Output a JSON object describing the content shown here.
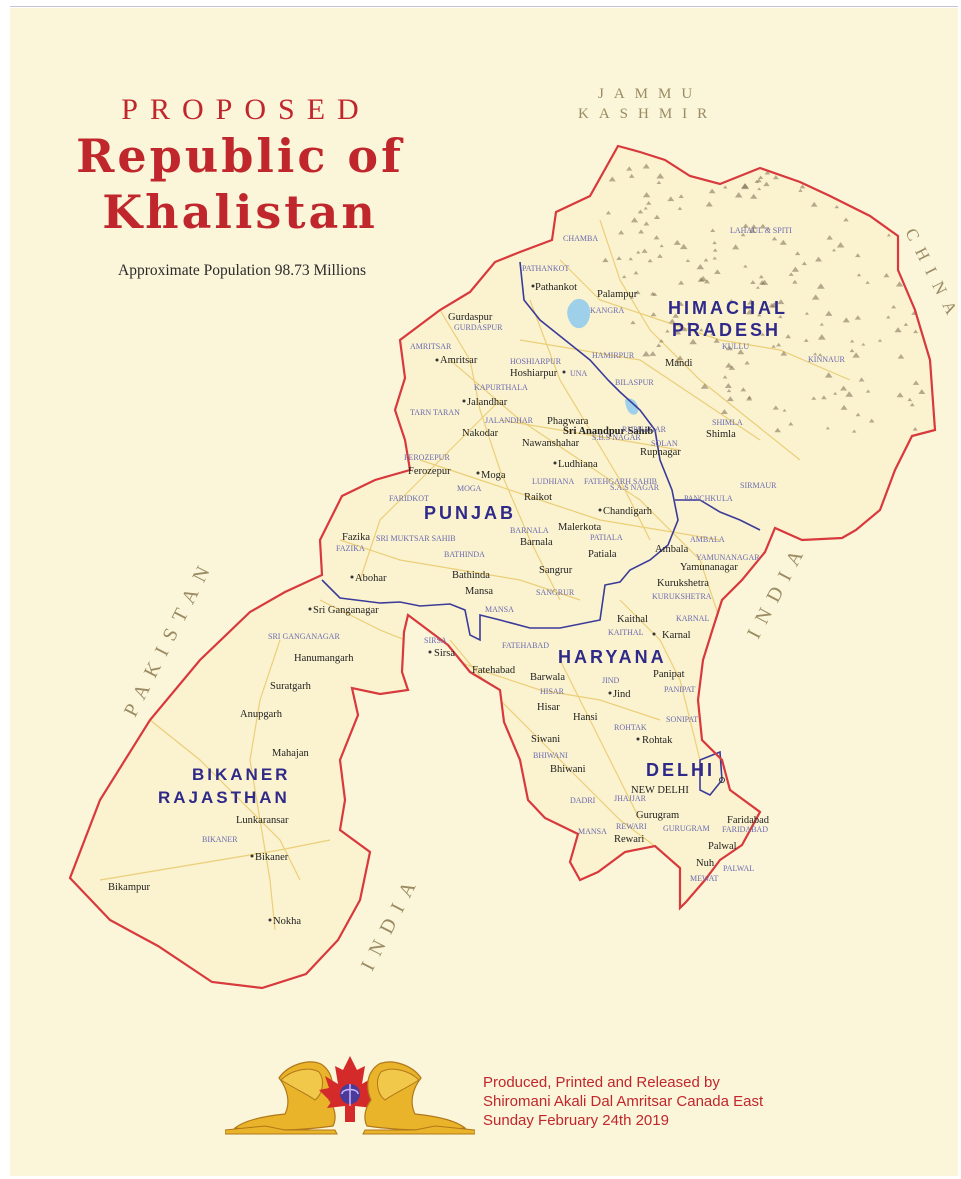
{
  "title": {
    "line1": "PROPOSED",
    "line2": "Republic of",
    "line3": "Khalistan"
  },
  "subtitle": "Approximate Population 98.73 Millions",
  "neighbours": {
    "jammu_line1": "JAMMU",
    "jammu_line2": "KASHMIR",
    "china": "CHINA",
    "pakistan": "PAKISTAN",
    "india_east": "INDIA",
    "india_south": "INDIA"
  },
  "regions": {
    "himachal_line1": "HIMACHAL",
    "himachal_line2": "PRADESH",
    "punjab": "PUNJAB",
    "haryana": "HARYANA",
    "delhi": "DELHI",
    "bikaner_line1": "BIKANER",
    "bikaner_line2": "RAJASTHAN"
  },
  "cities": {
    "pathankot": "Pathankot",
    "palampur": "Palampur",
    "gurdaspur": "Gurdaspur",
    "amritsar": "Amritsar",
    "hoshiarpur": "Hoshiarpur",
    "jalandhar": "Jalandhar",
    "phagwara": "Phagwara",
    "nakodar": "Nakodar",
    "nawanshahar": "Nawanshahar",
    "ferozepur": "Ferozepur",
    "moga": "Moga",
    "ludhiana": "Ludhiana",
    "raikot": "Raikot",
    "chandigarh": "Chandigarh",
    "malerkota": "Malerkota",
    "fazika": "Fazika",
    "barnala": "Barnala",
    "patiala": "Patiala",
    "abohar": "Abohar",
    "bathinda": "Bathinda",
    "sangrur": "Sangrur",
    "mansa": "Mansa",
    "rupnagar": "Rupnagar",
    "shimla": "Shimla",
    "mandi": "Mandi",
    "ambala": "Ambala",
    "yamunanagar": "Yamunanagar",
    "kurukshetra": "Kurukshetra",
    "sri_ganganagar": "Sri Ganganagar",
    "hanumangarh": "Hanumangarh",
    "suratgarh": "Suratgarh",
    "anupgarh": "Anupgarh",
    "sirsa": "Sirsa",
    "fatehabad": "Fatehabad",
    "kaithal": "Kaithal",
    "karnal": "Karnal",
    "barwala": "Barwala",
    "panipat": "Panipat",
    "jind": "Jind",
    "hisar": "Hisar",
    "hansi": "Hansi",
    "rohtak": "Rohtak",
    "siwani": "Siwani",
    "bhiwani": "Bhiwani",
    "mahajan": "Mahajan",
    "lunkaransar": "Lunkaransar",
    "bikaner": "Bikaner",
    "bikampur": "Bikampur",
    "nokha": "Nokha",
    "new_delhi": "NEW DELHI",
    "gurugram": "Gurugram",
    "faridabad": "Faridabad",
    "rewari": "Rewari",
    "palwal": "Palwal",
    "nuh": "Nuh",
    "sri_anandpur": "Sri Anandpur Sahib"
  },
  "districts": {
    "gurdaspur": "GURDASPUR",
    "amritsar": "AMRITSAR",
    "kapurthala": "KAPURTHALA",
    "jalandhar": "JALANDHAR",
    "tarn_taran": "TARN TARAN",
    "ferozepur": "FEROZEPUR",
    "moga": "MOGA",
    "faridkot": "FARIDKOT",
    "fazika": "FAZIKA",
    "sri_muktsar": "SRI MUKTSAR SAHIB",
    "bathinda": "BATHINDA",
    "barnala": "BARNALA",
    "mansa": "MANSA",
    "sangrur": "SANGRUR",
    "ludhiana": "LUDHIANA",
    "fatehgarh": "FATEHGARH SAHIB",
    "patiala": "PATIALA",
    "sas_nagar": "S.A.S NAGAR",
    "rupnagar": "RUPNAGAR",
    "sbs_nagar": "S.B.S NAGAR",
    "hoshiarpur": "HOSHIARPUR",
    "pathankot": "PATHANKOT",
    "kangra": "KANGRA",
    "chamba": "CHAMBA",
    "una": "UNA",
    "hamirpur": "HAMIRPUR",
    "bilaspur": "BILASPUR",
    "kullu": "KULLU",
    "lahaul": "LAHAUL & SPITI",
    "kinnaur": "KINNAUR",
    "solan": "SOLAN",
    "sirmaur": "SIRMAUR",
    "panchkula": "PANCHKULA",
    "ambala": "AMBALA",
    "yamunanagar": "YAMUNANAGAR",
    "kurukshetra": "KURUKSHETRA",
    "kaithal": "KAITHAL",
    "karnal": "KARNAL",
    "sirsa": "SIRSA",
    "fatehabad": "FATEHABAD",
    "hisar": "HISAR",
    "jind": "JIND",
    "panipat": "PANIPAT",
    "sonipat": "SONIPAT",
    "rohtak": "ROHTAK",
    "bhiwani": "BHIWANI",
    "jhajjar": "JHAJJAR",
    "dadri": "DADRI",
    "rewari": "REWARI",
    "gurugram": "GURUGRAM",
    "faridabad": "FARIDABAD",
    "palwal": "PALWAL",
    "mewat": "MEWAT",
    "mansa_hr": "MANSA",
    "sri_ganganagar": "SRI GANGANAGAR",
    "bikaner": "BIKANER",
    "shimla": "SHIMLA"
  },
  "credits": {
    "line1": "Produced, Printed and Released by",
    "line2": "Shiromani Akali Dal Amritsar Canada East",
    "line3": "Sunday February 24th 2019"
  },
  "colors": {
    "title_red": "#c0272d",
    "border_red": "#d8393c",
    "state_blue": "#3b3b99",
    "region_label": "#2f2a8a",
    "background": "#fbf5d9",
    "mountain": "#7d6a55"
  },
  "icons": {
    "emblem": "lions-maple-leaf-emblem"
  }
}
